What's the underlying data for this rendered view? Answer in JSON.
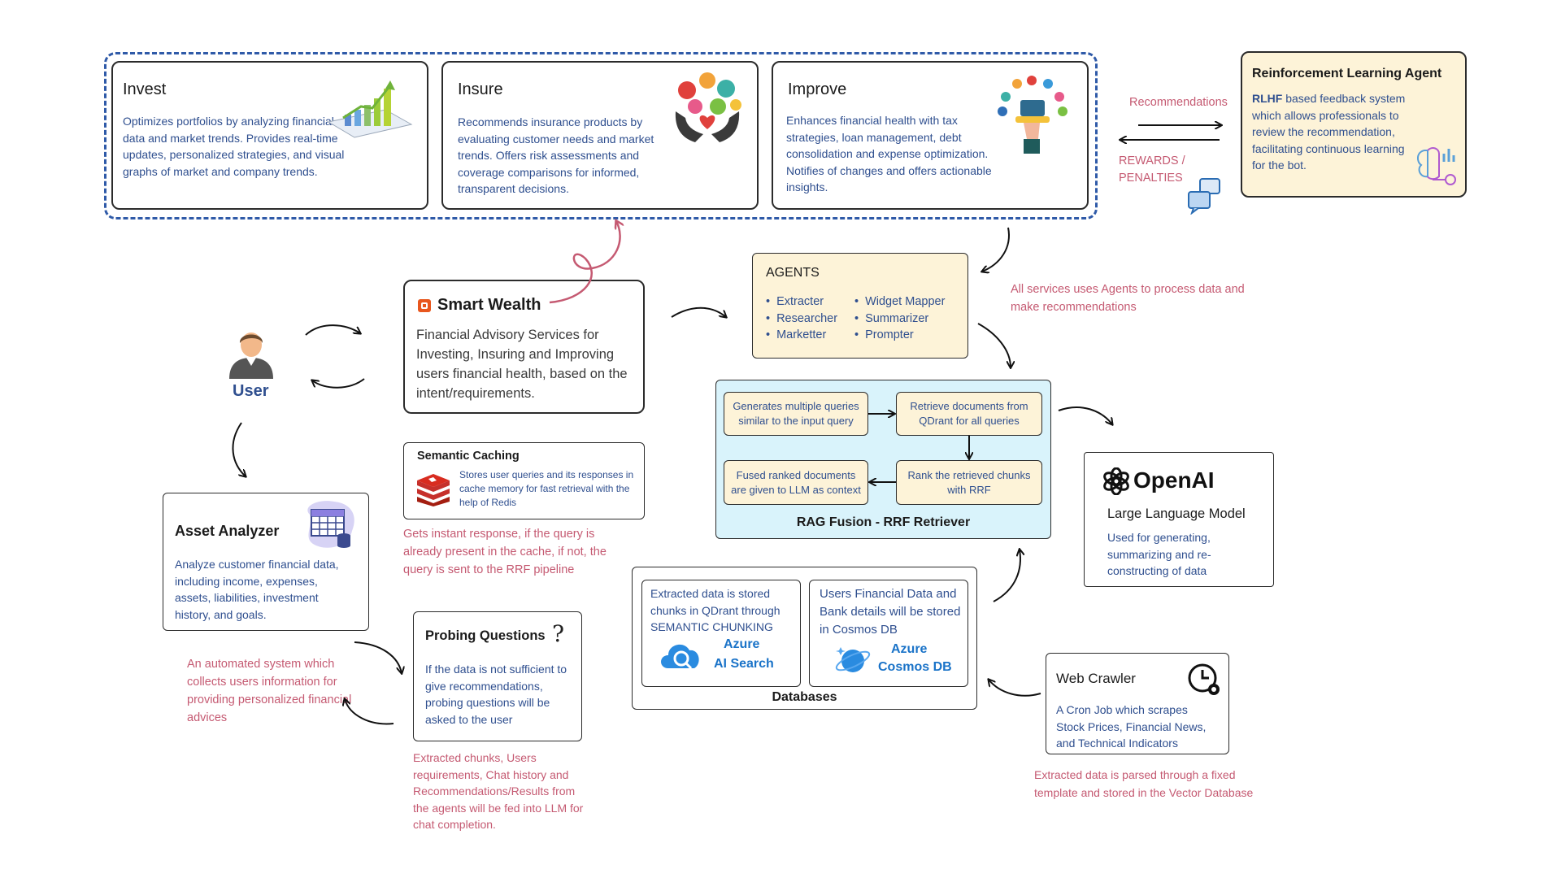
{
  "services": {
    "invest": {
      "title": "Invest",
      "text": "Optimizes portfolios by analyzing financial data and market trends. Provides real-time updates, personalized strategies, and visual graphs of market and company trends.",
      "icon": "growth-chart-icon"
    },
    "insure": {
      "title": "Insure",
      "text": "Recommends insurance products by evaluating customer needs and market trends. Offers risk assessments and coverage comparisons for informed, transparent decisions.",
      "icon": "insurance-hands-icon"
    },
    "improve": {
      "title": "Improve",
      "text": "Enhances financial health with tax strategies, loan management, debt consolidation and expense optimization. Notifies of changes and offers actionable insights.",
      "icon": "finance-icons-hand-icon"
    }
  },
  "rl_agent": {
    "title": "Reinforcement Learning Agent",
    "rlhf": "RLHF",
    "text": "based feedback system which allows professionals to review the recommendation, facilitating continuous learning for the bot.",
    "recommendations": "Recommendations",
    "rewards": "REWARDS / PENALTIES"
  },
  "smart_wealth": {
    "title": "Smart Wealth",
    "text": "Financial Advisory Services for Investing, Insuring and Improving users financial health, based on the intent/requirements."
  },
  "user": {
    "label": "User"
  },
  "agents": {
    "title": "AGENTS",
    "col1": [
      "Extracter",
      "Researcher",
      "Marketter"
    ],
    "col2": [
      "Widget Mapper",
      "Summarizer",
      "Prompter"
    ],
    "note": "All services uses Agents to process data and make recommendations"
  },
  "rag": {
    "title": "RAG Fusion - RRF Retriever",
    "step1": "Generates multiple queries similar to the input query",
    "step2": "Retrieve documents from QDrant for all queries",
    "step3": "Rank the retrieved chunks with RRF",
    "step4": "Fused ranked documents are given to LLM as context"
  },
  "openai": {
    "brand": "OpenAI",
    "title": "Large Language Model",
    "text": "Used for generating, summarizing and re-constructing of data"
  },
  "semantic_caching": {
    "title": "Semantic Caching",
    "text": "Stores user queries and its responses in cache memory for fast retrieval with the help of Redis",
    "note": "Gets instant response, if the query is already present in the cache, if not, the query is sent to the RRF pipeline"
  },
  "asset_analyzer": {
    "title": "Asset Analyzer",
    "text": "Analyze customer financial data, including income, expenses, assets, liabilities, investment history, and goals.",
    "note": "An automated system which collects users information for providing personalized financial advices"
  },
  "probing": {
    "title": "Probing Questions",
    "text": "If the data is not sufficient to give recommendations, probing questions will be asked to the user",
    "note": "Extracted chunks, Users requirements, Chat history and Recommendations/Results from the agents will be fed into LLM for chat completion."
  },
  "databases": {
    "title": "Databases",
    "qdrant_text": "Extracted data is stored chunks in QDrant through SEMANTIC CHUNKING",
    "azure_search_1": "Azure",
    "azure_search_2": "AI Search",
    "cosmos_text": "Users Financial Data and Bank details will be stored in Cosmos DB",
    "azure_cosmos_1": "Azure",
    "azure_cosmos_2": "Cosmos DB"
  },
  "web_crawler": {
    "title": "Web Crawler",
    "text": "A Cron Job which scrapes Stock Prices, Financial News, and Technical Indicators",
    "note": "Extracted data is parsed through a fixed template and stored in the Vector Database"
  },
  "colors": {
    "text_blue": "#2f4f8f",
    "note_red": "#c55a72",
    "dashed_blue": "#2f5aa8",
    "agents_bg": "#fdf3d8",
    "rag_bg": "#d9f3fb"
  }
}
